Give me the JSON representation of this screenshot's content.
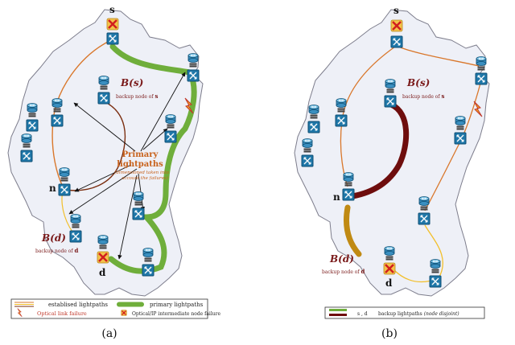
{
  "panel_a": {
    "caption": "(a)",
    "labels": {
      "s": "s",
      "n": "n",
      "d": "d",
      "bs": "B(s)",
      "bs_sub_prefix": "backup node of ",
      "bs_sub_node": "s",
      "bd": "B(d)",
      "bd_sub_prefix": "backup node of ",
      "bd_sub_node": "d",
      "primary_line1": "Primary",
      "primary_line2": "lightpaths",
      "primary_sub1": "(dimensioned taken into",
      "primary_sub2": "account the failures)"
    },
    "legend": {
      "established": "establised lightpaths",
      "primary": "primary lightpaths",
      "link_failure": "Optical link failure",
      "node_failure": "Optical/IP intermediate node failure"
    }
  },
  "panel_b": {
    "caption": "(b)",
    "labels": {
      "s": "s",
      "n": "n",
      "d": "d",
      "bs": "B(s)",
      "bs_sub_prefix": "backup node of ",
      "bs_sub_node": "s",
      "bd": "B(d)",
      "bd_sub_prefix": "backup node of ",
      "bd_sub_node": "d"
    },
    "legend": {
      "sd": "s , d",
      "backup": "backup lightpaths",
      "disjoint": "(node disjoint)"
    }
  },
  "colors": {
    "map_fill": "#eef0f7",
    "map_stroke": "#7d7d8c",
    "orange_path": "#d9772b",
    "green_path": "#6fae3b",
    "dark_red_path": "#6e0d0d",
    "gold_path": "#c08a13",
    "yellow_path": "#f2bf2a"
  }
}
